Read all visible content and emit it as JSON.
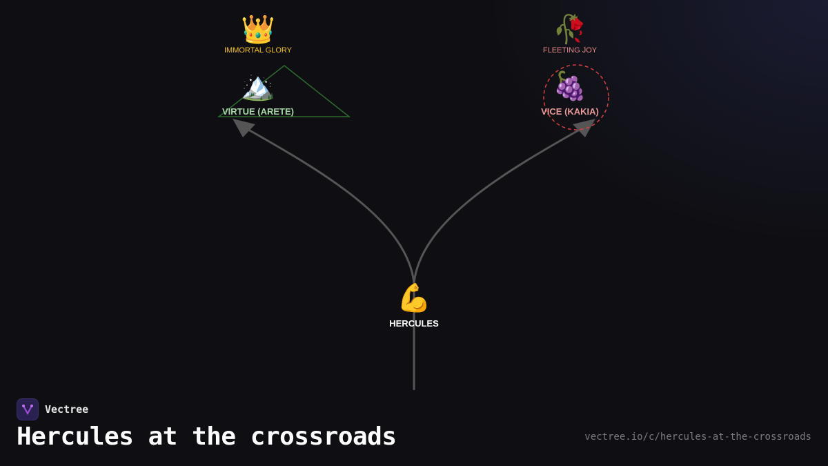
{
  "diagram": {
    "root": {
      "id": "hercules",
      "emoji": "💪",
      "label": "HERCULES",
      "label_color": "#ffffff"
    },
    "branches": [
      {
        "id": "virtue",
        "emoji": "🏔️",
        "label": "VIRTUE (ARETE)",
        "label_color": "#a8d8a8",
        "shape": "triangle",
        "shape_color": "#2e6b2e",
        "goal": {
          "emoji": "👑",
          "label": "IMMORTAL GLORY",
          "label_color": "#f2c417"
        }
      },
      {
        "id": "vice",
        "emoji": "🍇",
        "label": "VICE (KAKIA)",
        "label_color": "#e89a9a",
        "shape": "dashed-circle",
        "shape_color": "#d94040",
        "goal": {
          "emoji": "🥀",
          "label": "FLEETING JOY",
          "label_color": "#e88a8a"
        }
      }
    ],
    "edge_color": "#555555"
  },
  "footer": {
    "brand": "Vectree",
    "title": "Hercules at the crossroads",
    "url": "vectree.io/c/hercules-at-the-crossroads"
  }
}
